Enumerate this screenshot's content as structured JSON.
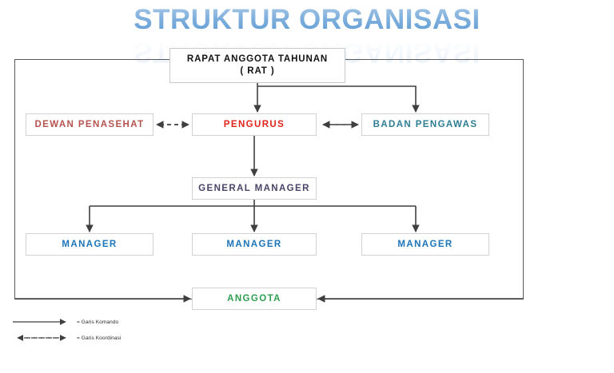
{
  "title": {
    "text": "STRUKTUR ORGANISASI",
    "color": "#7fb0dd"
  },
  "chart_colors": {
    "frame_border": "#5a5a5a",
    "box_border": "#d2d2d2",
    "connector": "#3f3f3f",
    "rat": "#121212",
    "dewan_penasehat": "#b5534e",
    "pengurus": "#e0231b",
    "badan_pengawas": "#2e7d93",
    "general_manager": "#4a4468",
    "manager": "#1c74b8",
    "anggota": "#2f9e4f"
  },
  "nodes": {
    "rat_line1": "RAPAT ANGGOTA TAHUNAN",
    "rat_line2": "( RAT )",
    "dewan_penasehat": "DEWAN PENASEHAT",
    "pengurus": "PENGURUS",
    "badan_pengawas": "BADAN PENGAWAS",
    "general_manager": "GENERAL MANAGER",
    "manager_1": "MANAGER",
    "manager_2": "MANAGER",
    "manager_3": "MANAGER",
    "anggota": "ANGGOTA"
  },
  "legend": {
    "komando": "= Garis Komando",
    "koordinasi": "= Garis Koordinasi"
  }
}
